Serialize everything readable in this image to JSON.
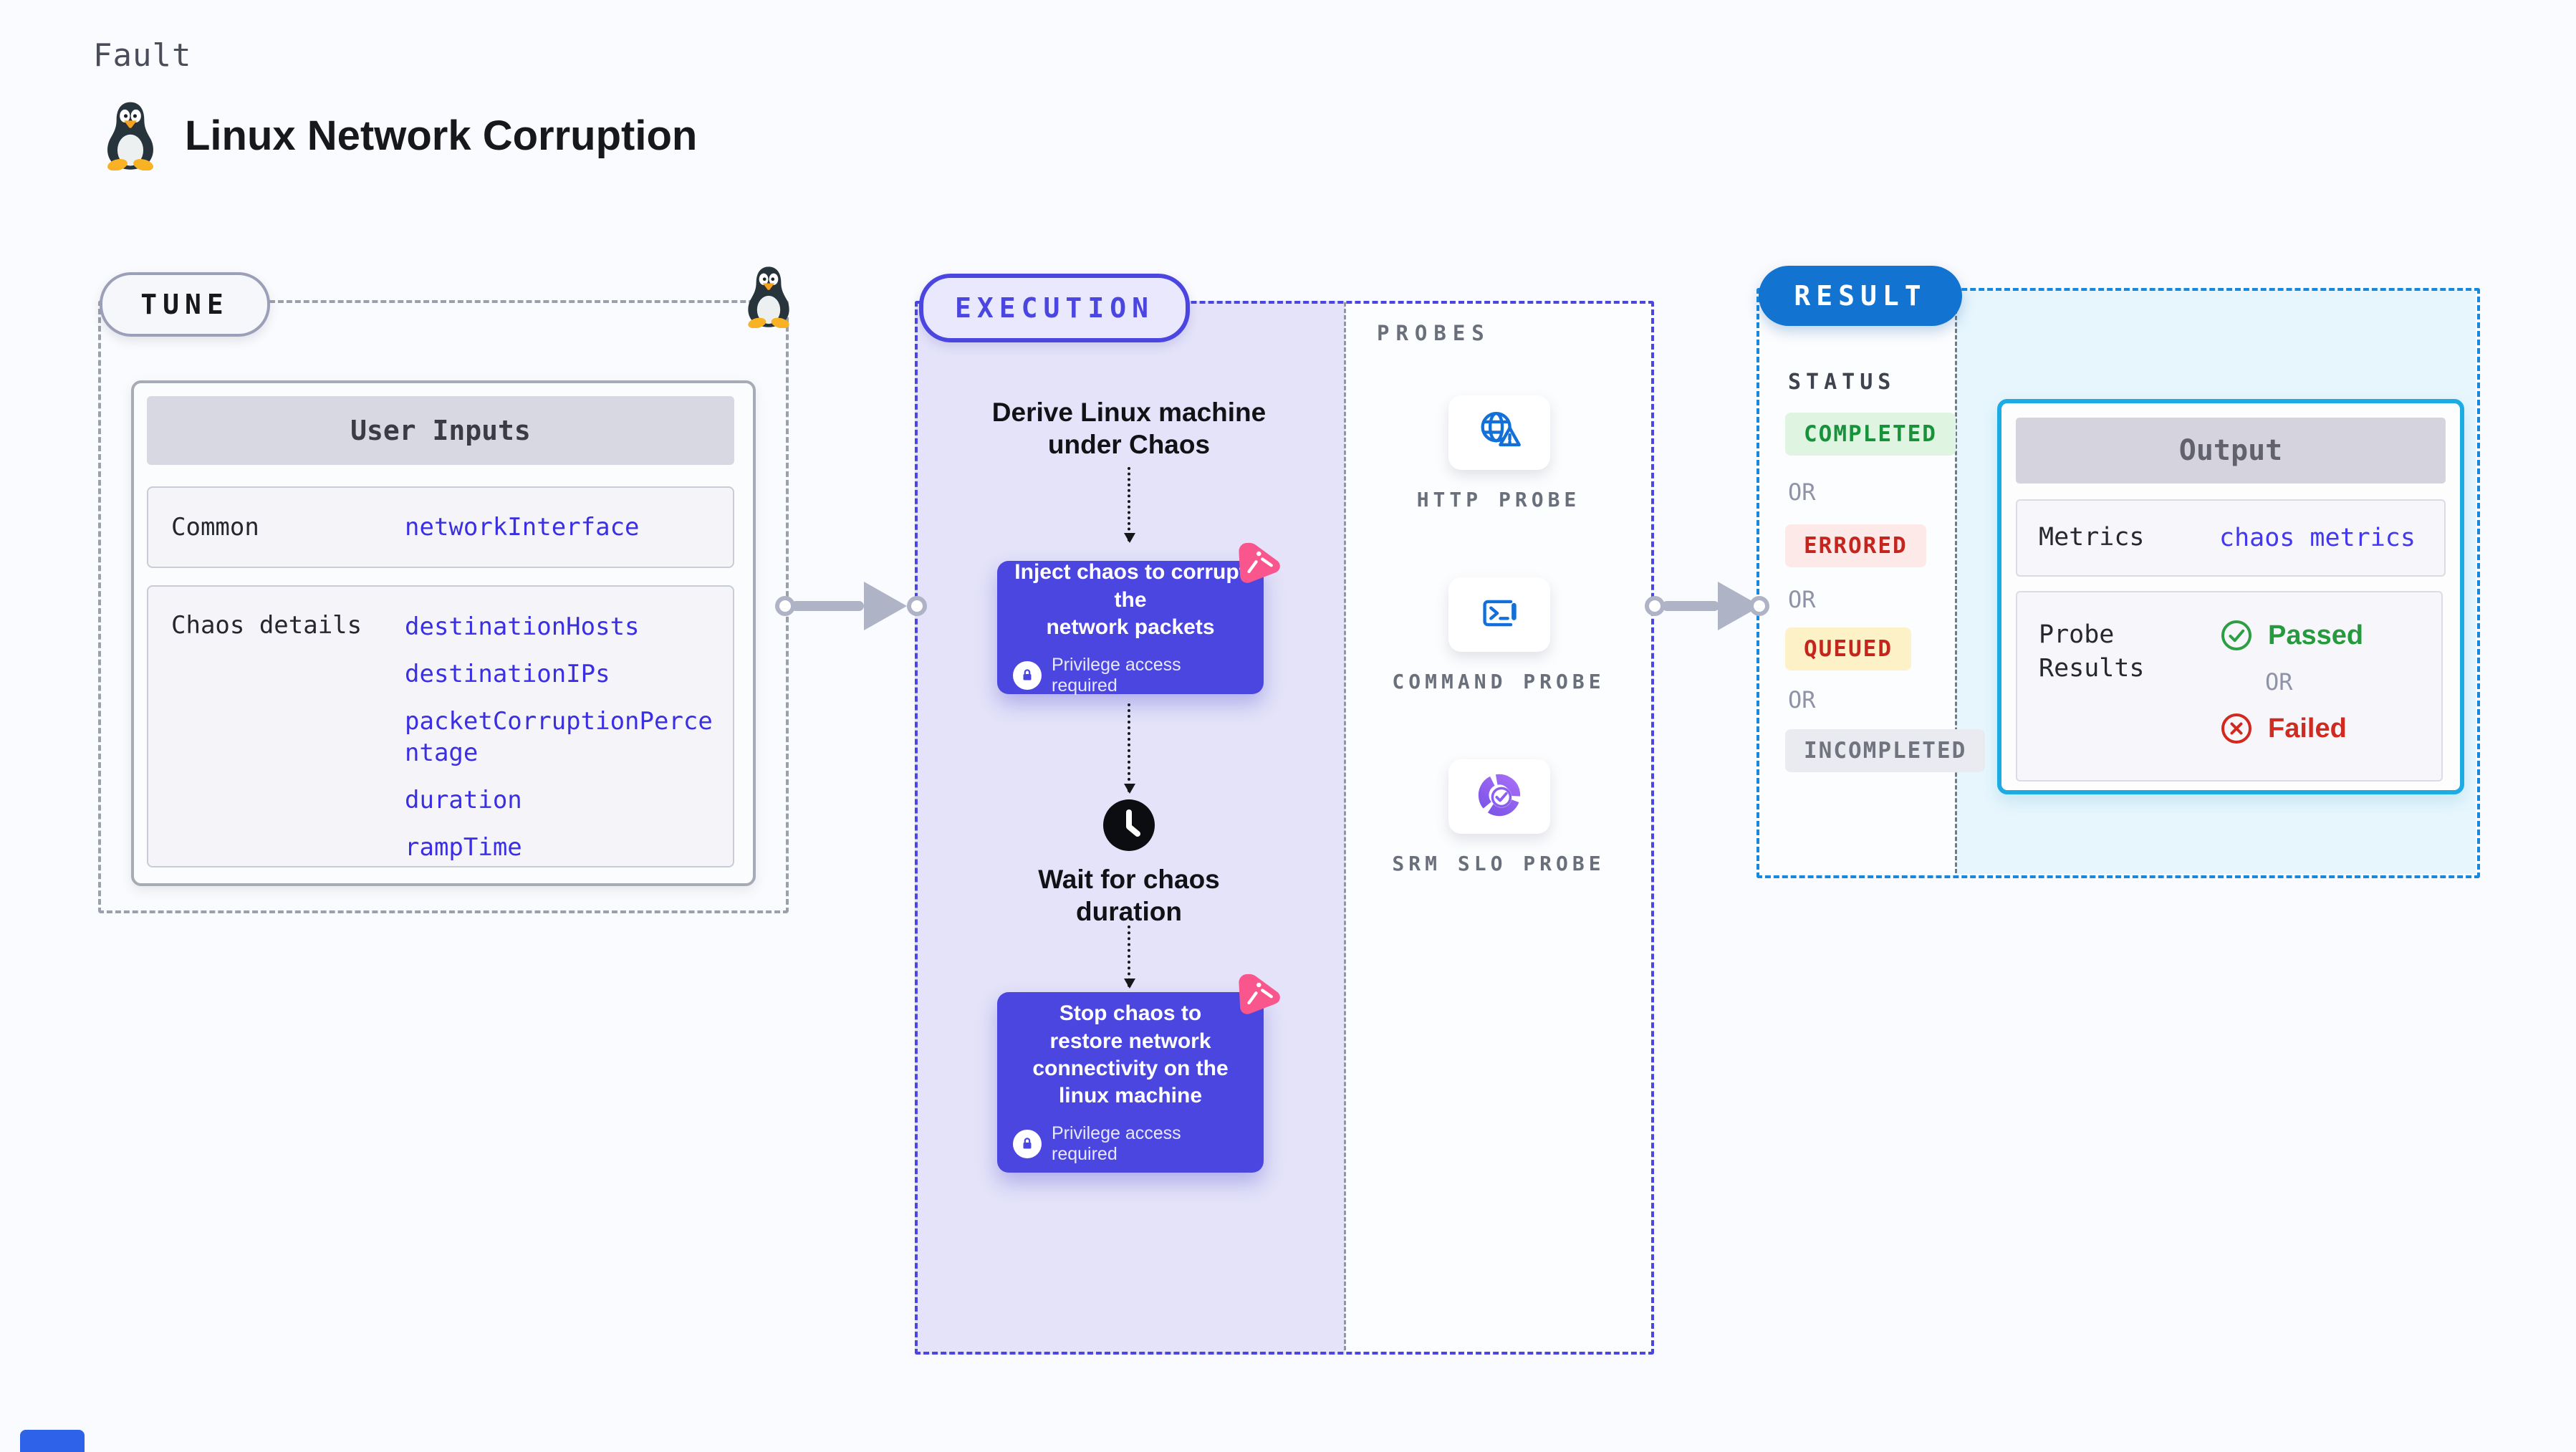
{
  "header": {
    "kicker": "Fault",
    "title": "Linux Network Corruption"
  },
  "tune": {
    "badge": "TUNE",
    "user_inputs": {
      "header": "User Inputs",
      "rows": [
        {
          "label": "Common",
          "values": [
            "networkInterface"
          ]
        },
        {
          "label": "Chaos details",
          "values": [
            "destinationHosts",
            "destinationIPs",
            "packetCorruptionPercentage",
            "duration",
            "rampTime"
          ]
        }
      ]
    }
  },
  "execution": {
    "badge": "EXECUTION",
    "derive_label": "Derive Linux machine\nunder Chaos",
    "inject_card": {
      "title": "Inject chaos to corrupt the\nnetwork packets",
      "note": "Privilege access required"
    },
    "wait_label": "Wait for chaos\nduration",
    "stop_card": {
      "title": "Stop chaos to\nrestore network\nconnectivity on the\nlinux machine",
      "note": "Privilege access required"
    }
  },
  "probes": {
    "heading": "PROBES",
    "items": [
      {
        "label": "HTTP PROBE",
        "icon": "globe-alert-icon"
      },
      {
        "label": "COMMAND PROBE",
        "icon": "terminal-icon"
      },
      {
        "label": "SRM SLO PROBE",
        "icon": "slo-donut-icon"
      }
    ]
  },
  "result": {
    "badge": "RESULT",
    "status_heading": "STATUS",
    "or": "OR",
    "statuses": [
      {
        "label": "COMPLETED"
      },
      {
        "label": "ERRORED"
      },
      {
        "label": "QUEUED"
      },
      {
        "label": "INCOMPLETED"
      }
    ],
    "output": {
      "header": "Output",
      "metrics": {
        "label": "Metrics",
        "value": "chaos metrics"
      },
      "probe_results": {
        "label": "Probe Results",
        "passed": "Passed",
        "or": "OR",
        "failed": "Failed"
      }
    }
  },
  "colors": {
    "page_bg": "#FAFBFE",
    "indigo_accent": "#4B46E0",
    "execution_fill": "#E4E3F9",
    "blue_accent": "#1273D0",
    "result_dash": "#1988DC",
    "cyan_accent": "#1CABE2",
    "cyan_fill": "#E7F6FD",
    "link_blue": "#3B2FE4",
    "passed_green": "#259B3E",
    "failed_red": "#D02B20",
    "completed_bg": "#DFF4E1",
    "completed_text": "#17923B",
    "errored_bg": "#FCE9E8",
    "errored_text": "#C4261D",
    "queued_bg": "#FCF1C7",
    "queued_text": "#C4261D",
    "incompleted_bg": "#EAEAF1",
    "incompleted_text": "#70747F",
    "pink_badge": "#F8568C",
    "arrow_grey": "#AEB3C6"
  }
}
